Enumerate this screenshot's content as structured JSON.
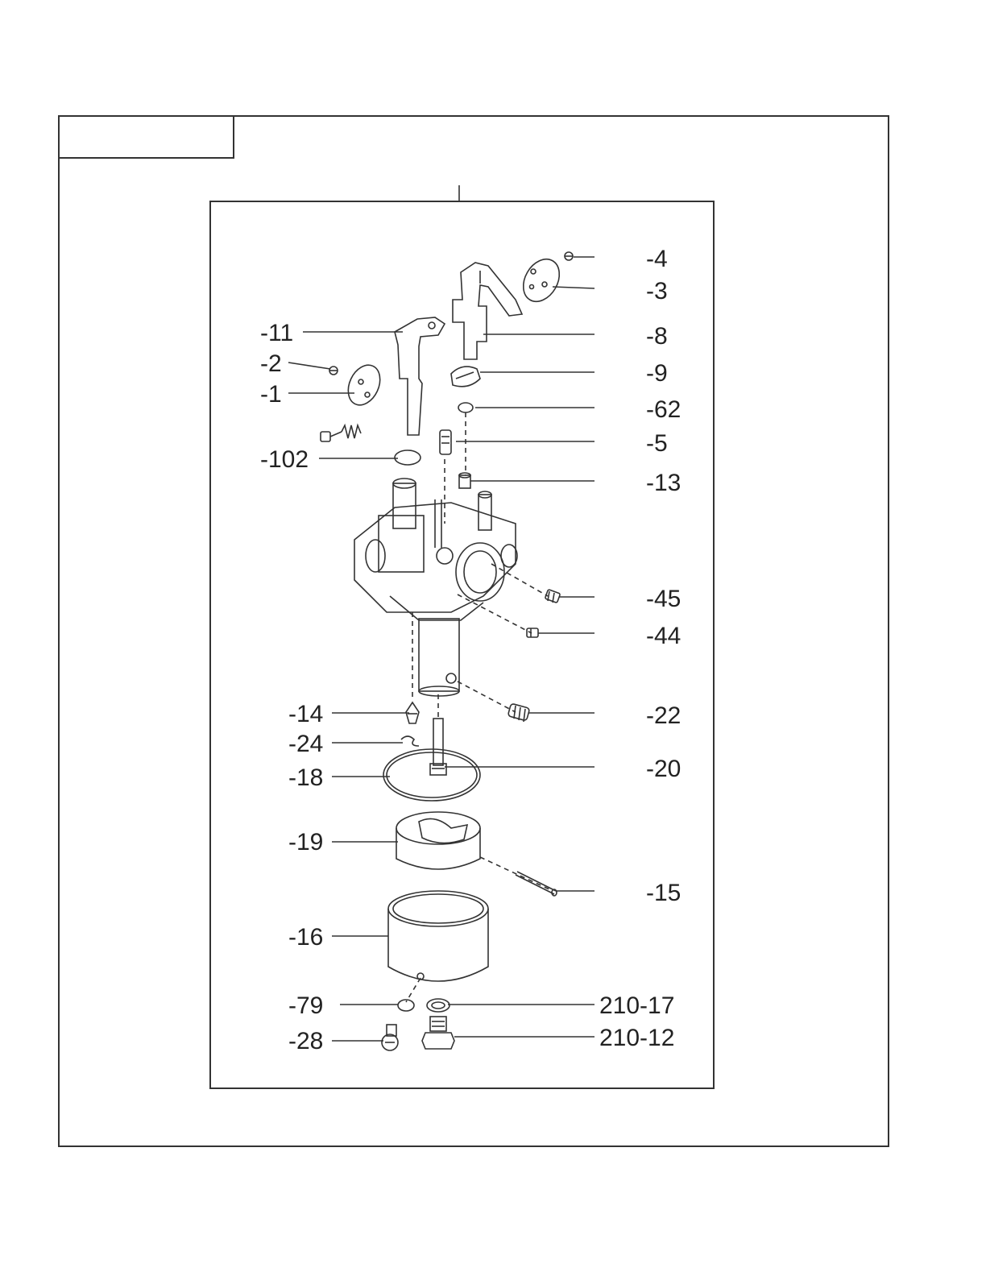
{
  "diagram": {
    "title_box_text": "",
    "callouts": [
      {
        "id": "c4",
        "label": "-4"
      },
      {
        "id": "c3",
        "label": "-3"
      },
      {
        "id": "c8",
        "label": "-8"
      },
      {
        "id": "c9",
        "label": "-9"
      },
      {
        "id": "c62",
        "label": "-62"
      },
      {
        "id": "c5",
        "label": "-5"
      },
      {
        "id": "c13",
        "label": "-13"
      },
      {
        "id": "c45",
        "label": "-45"
      },
      {
        "id": "c44",
        "label": "-44"
      },
      {
        "id": "c22",
        "label": "-22"
      },
      {
        "id": "c20",
        "label": "-20"
      },
      {
        "id": "c15",
        "label": "-15"
      },
      {
        "id": "c210_17",
        "label": "210-17"
      },
      {
        "id": "c210_12",
        "label": "210-12"
      },
      {
        "id": "c11",
        "label": "-11"
      },
      {
        "id": "c2",
        "label": "-2"
      },
      {
        "id": "c1",
        "label": "-1"
      },
      {
        "id": "c102",
        "label": "-102"
      },
      {
        "id": "c14",
        "label": "-14"
      },
      {
        "id": "c24",
        "label": "-24"
      },
      {
        "id": "c18",
        "label": "-18"
      },
      {
        "id": "c19",
        "label": "-19"
      },
      {
        "id": "c16",
        "label": "-16"
      },
      {
        "id": "c79",
        "label": "-79"
      },
      {
        "id": "c28",
        "label": "-28"
      }
    ]
  }
}
